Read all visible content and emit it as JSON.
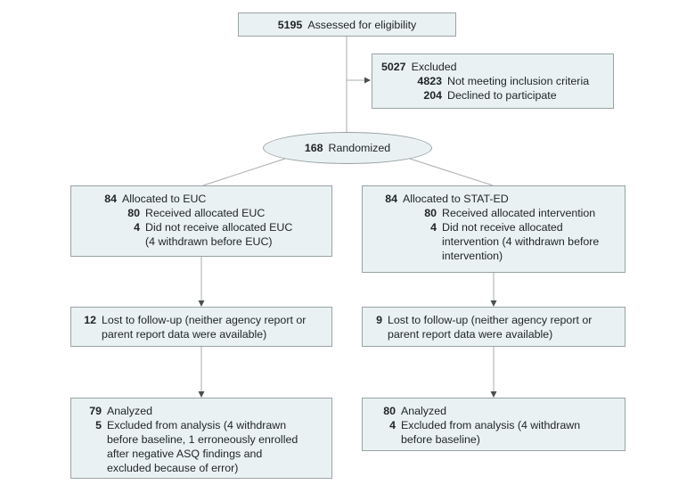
{
  "figure": {
    "eligibility": {
      "num": "5195",
      "text": "Assessed for eligibility"
    },
    "excluded": {
      "rows": [
        {
          "num": "5027",
          "text": "Excluded"
        },
        {
          "num": "4823",
          "text": "Not meeting inclusion criteria"
        },
        {
          "num": "204",
          "text": "Declined to participate"
        }
      ]
    },
    "randomized": {
      "num": "168",
      "text": "Randomized"
    },
    "alloc_euc": {
      "rows": [
        {
          "num": "84",
          "text": "Allocated to EUC"
        },
        {
          "num": "80",
          "text": "Received allocated EUC"
        },
        {
          "num": "4",
          "text": "Did not receive allocated EUC\n(4 withdrawn before EUC)"
        }
      ]
    },
    "alloc_stated": {
      "rows": [
        {
          "num": "84",
          "text": "Allocated to STAT-ED"
        },
        {
          "num": "80",
          "text": "Received allocated intervention"
        },
        {
          "num": "4",
          "text": "Did not receive allocated\nintervention (4 withdrawn before\nintervention)"
        }
      ]
    },
    "lost_euc": {
      "rows": [
        {
          "num": "12",
          "text": "Lost to follow-up (neither agency report or\nparent report data were available)"
        }
      ]
    },
    "lost_stated": {
      "rows": [
        {
          "num": "9",
          "text": "Lost to follow-up (neither agency report or\nparent report data were available)"
        }
      ]
    },
    "analyzed_euc": {
      "rows": [
        {
          "num": "79",
          "text": "Analyzed"
        },
        {
          "num": "5",
          "text": "Excluded from analysis (4 withdrawn\nbefore baseline, 1 erroneously enrolled\nafter negative ASQ findings and\nexcluded because of error)"
        }
      ]
    },
    "analyzed_stated": {
      "rows": [
        {
          "num": "80",
          "text": "Analyzed"
        },
        {
          "num": "4",
          "text": "Excluded from analysis (4 withdrawn\nbefore baseline)"
        }
      ]
    }
  },
  "colors": {
    "box_fill": "#e9f1f2",
    "box_border": "#9aa3a4",
    "connector_line": "#a8adad",
    "arrowhead": "#4a4f50",
    "text": "#1e2425"
  }
}
